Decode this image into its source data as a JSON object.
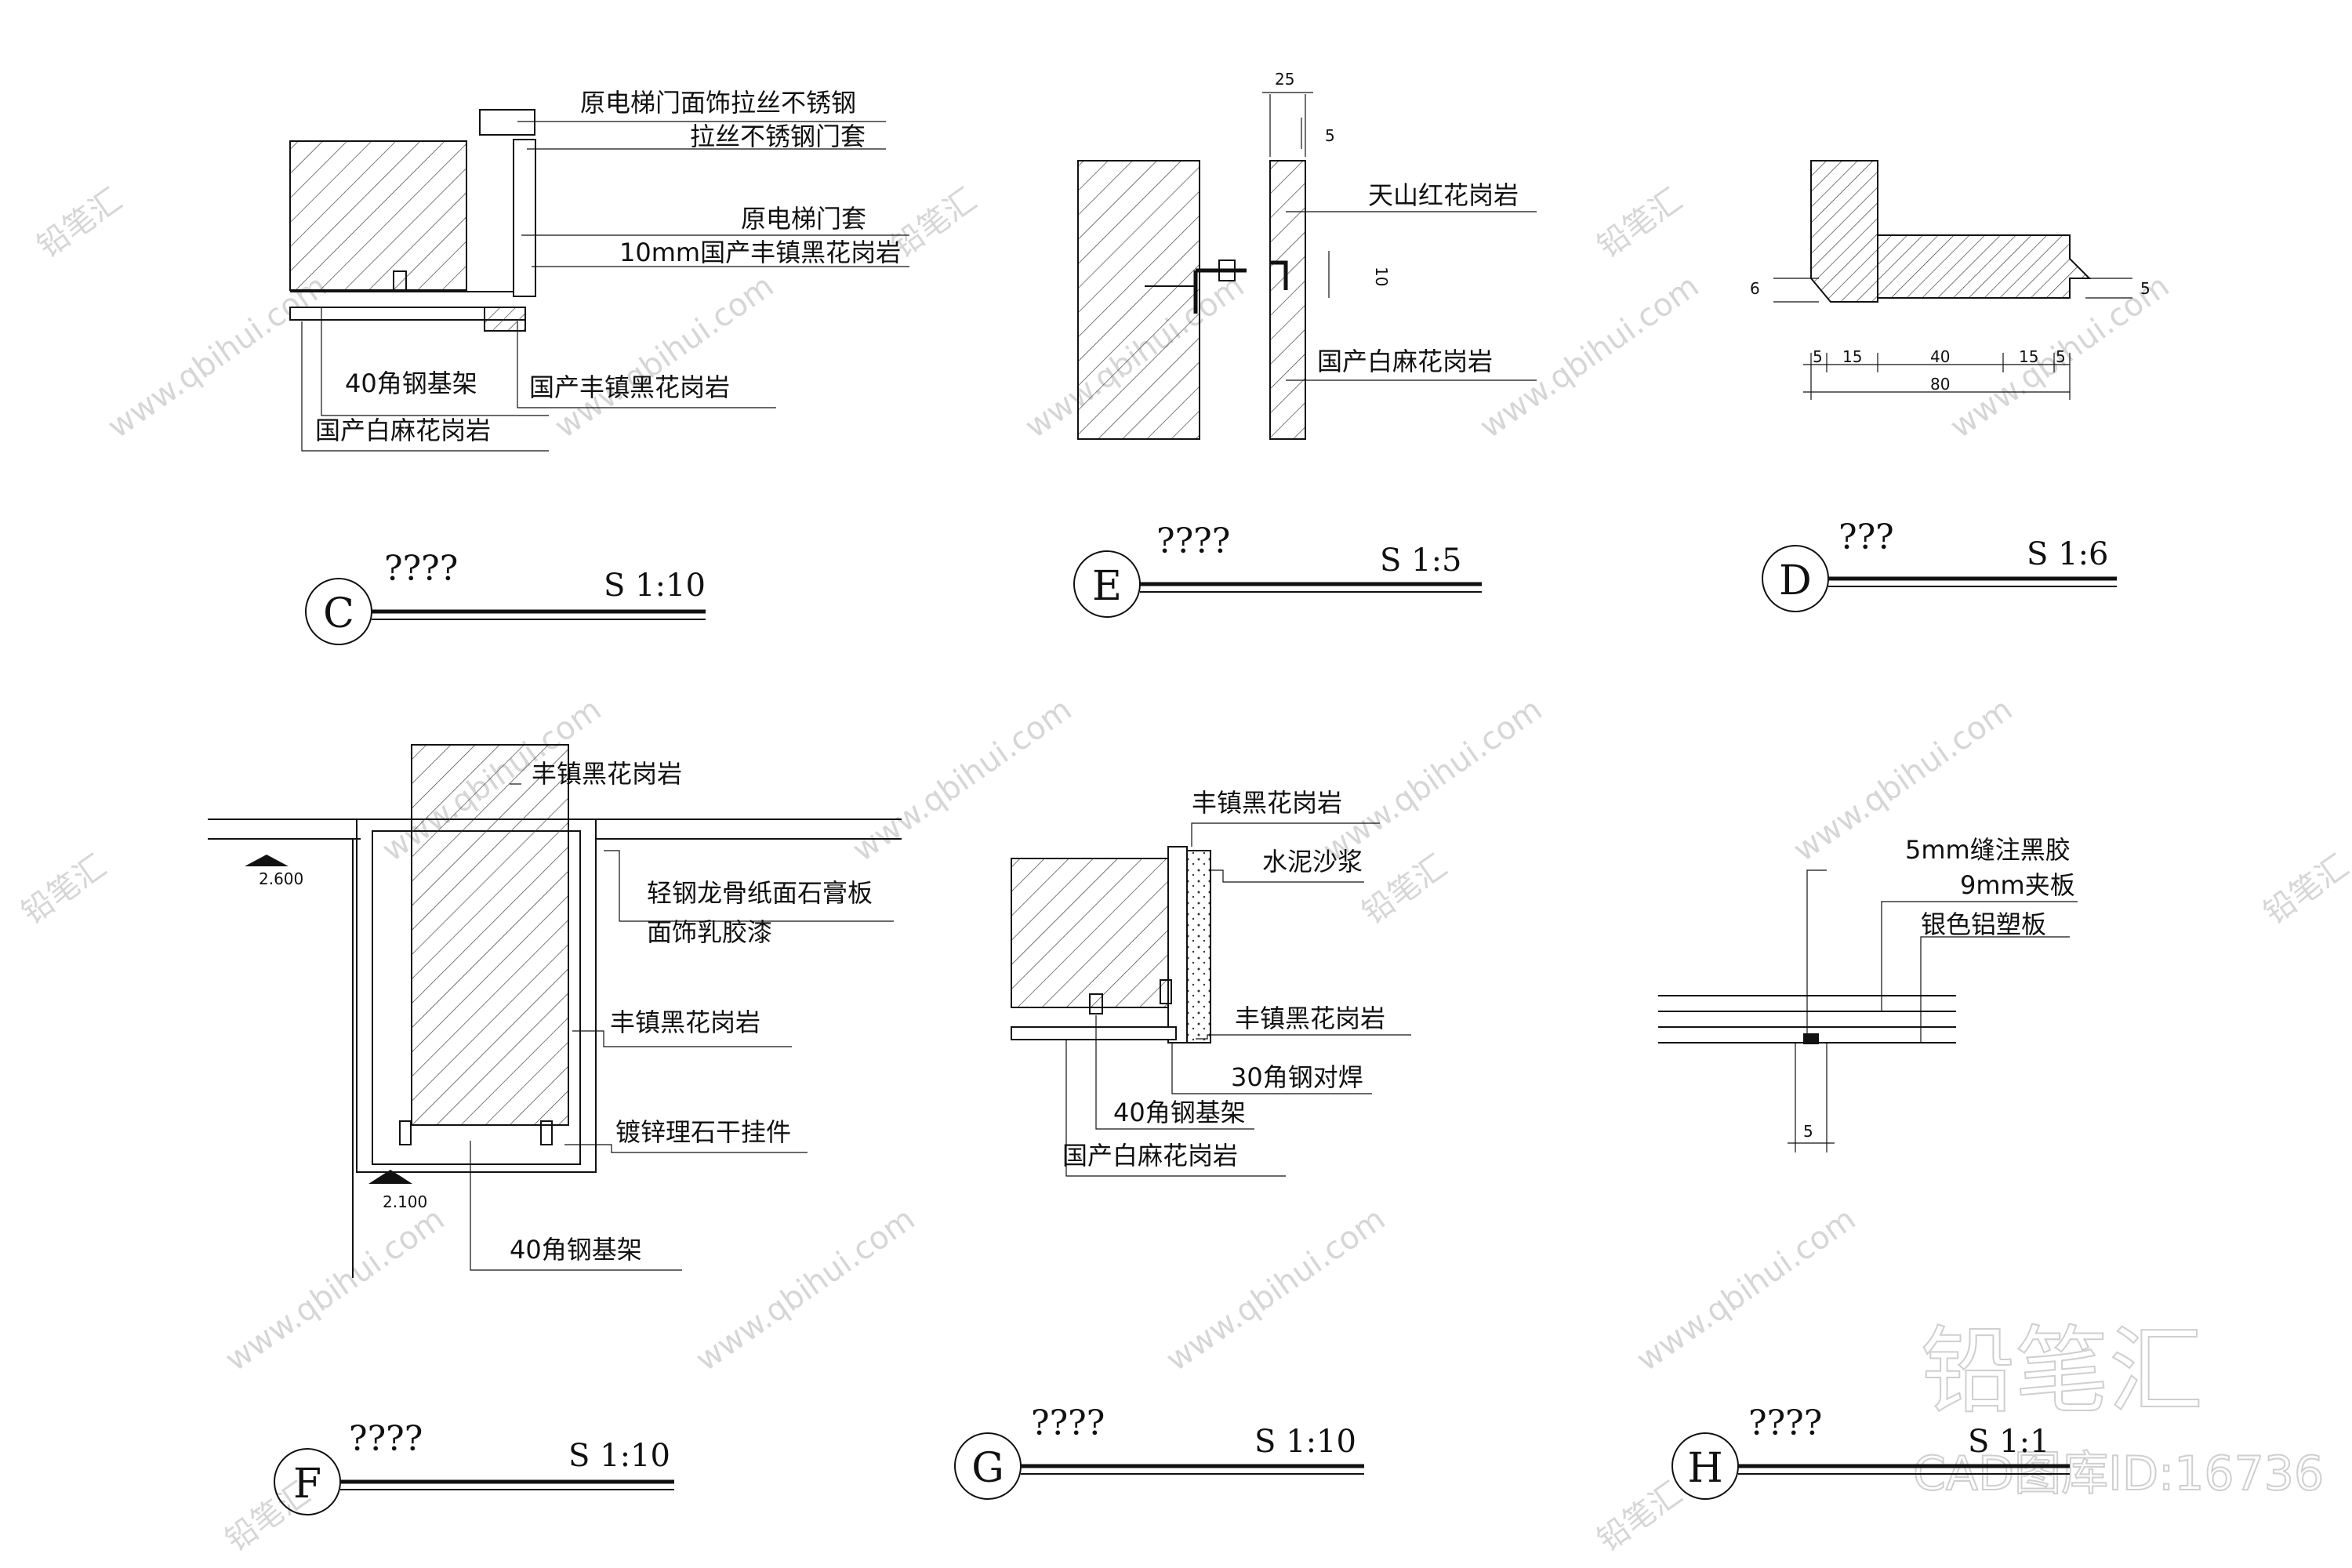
{
  "details": {
    "C": {
      "mark": "C",
      "title": "????",
      "scale": "S 1:10",
      "labels": [
        "原电梯门面饰拉丝不锈钢",
        "拉丝不锈钢门套",
        "原电梯门套",
        "10mm国产丰镇黑花岗岩",
        "40角钢基架",
        "国产丰镇黑花岗岩",
        "国产白麻花岗岩"
      ]
    },
    "E": {
      "mark": "E",
      "title": "????",
      "scale": "S 1:5",
      "labels": [
        "天山红花岗岩",
        "国产白麻花岗岩"
      ],
      "dims": [
        "25",
        "5",
        "10"
      ]
    },
    "D": {
      "mark": "D",
      "title": "???",
      "scale": "S 1:6",
      "dims": [
        "6",
        "5",
        "5",
        "15",
        "40",
        "15",
        "5",
        "80"
      ]
    },
    "F": {
      "mark": "F",
      "title": "????",
      "scale": "S 1:10",
      "labels": [
        "丰镇黑花岗岩",
        "轻钢龙骨纸面石膏板",
        "面饰乳胶漆",
        "丰镇黑花岗岩",
        "镀锌理石干挂件",
        "40角钢基架"
      ],
      "levels": [
        "2.600",
        "2.100"
      ]
    },
    "G": {
      "mark": "G",
      "title": "????",
      "scale": "S 1:10",
      "labels": [
        "丰镇黑花岗岩",
        "水泥沙浆",
        "丰镇黑花岗岩",
        "30角钢对焊",
        "40角钢基架",
        "国产白麻花岗岩"
      ]
    },
    "H": {
      "mark": "H",
      "title": "????",
      "scale": "S 1:1",
      "labels": [
        "5mm缝注黑胶",
        "9mm夹板",
        "银色铝塑板"
      ],
      "dims": [
        "5"
      ]
    }
  },
  "watermark": {
    "url": "www.qbihui.com",
    "brand": "铅笔汇",
    "id": "CAD图库ID:16736"
  },
  "colors": {
    "line": "#111111",
    "watermark": "#d6d6d6",
    "background": "#ffffff"
  }
}
